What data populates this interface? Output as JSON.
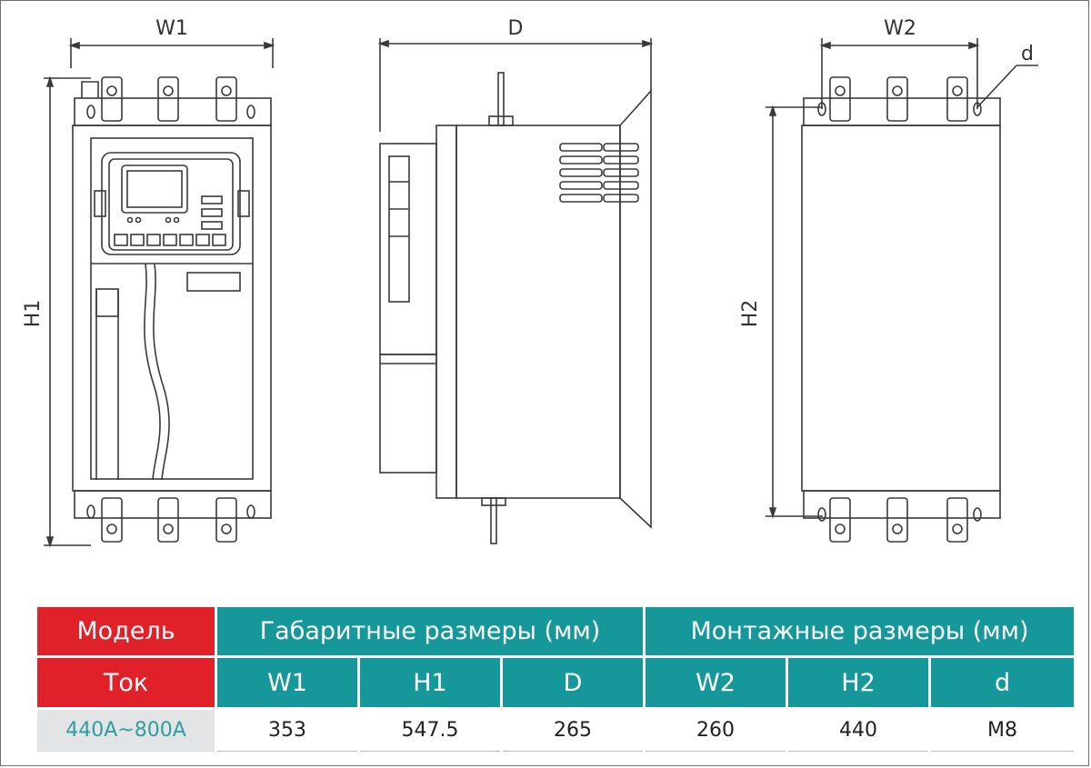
{
  "dimension_labels": {
    "w1": "W1",
    "h1": "H1",
    "d": "D",
    "w2": "W2",
    "h2": "H2",
    "hole": "d"
  },
  "table": {
    "header_model": "Модель",
    "header_overall": "Габаритные размеры (мм)",
    "header_mounting": "Монтажные размеры (мм)",
    "header_current": "Ток",
    "columns": [
      "W1",
      "H1",
      "D",
      "W2",
      "H2",
      "d"
    ],
    "row": {
      "model": "440A~800A",
      "values": [
        "353",
        "547.5",
        "265",
        "260",
        "440",
        "M8"
      ]
    }
  },
  "colors": {
    "red_header": "#e0212a",
    "teal_header": "#16989a",
    "model_cell_bg": "#e2e4e5",
    "model_cell_text": "#2e9e9e"
  }
}
